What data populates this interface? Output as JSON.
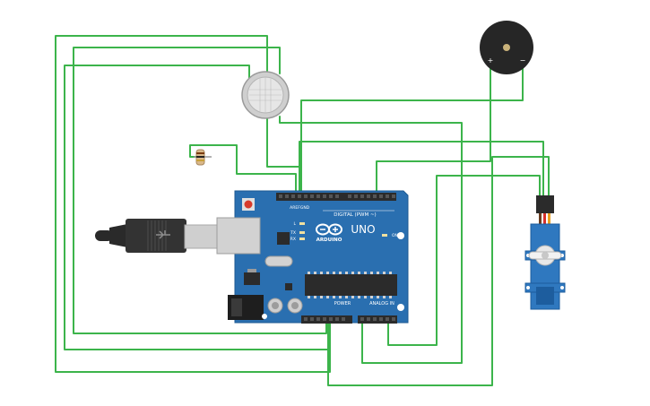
{
  "colors": {
    "wire": "#3cb44b",
    "board": "#2a6fb0",
    "board_dark": "#1f5a92",
    "header": "#2b2b2b",
    "buzzer": "#262626",
    "servo": "#2f78bf",
    "servo_dark": "#1d5d9e",
    "sensor": "#d9d9d9",
    "resistor": "#d9b88a",
    "usb_plug": "#2a2a2a",
    "usb_metal": "#cfcfcf"
  },
  "board": {
    "name": "Arduino UNO",
    "logo_text": "ARDUINO",
    "uno_text": "UNO",
    "digital_label": "DIGITAL (PWM ~)",
    "power_label": "POWER",
    "analog_label": "ANALOG IN",
    "aref_label": "AREF",
    "gnd_label": "GND",
    "on_label": "ON",
    "led_l": "L",
    "led_tx": "TX",
    "led_rx": "RX"
  },
  "buzzer": {
    "plus": "+",
    "minus": "−"
  },
  "components": [
    {
      "id": "gas-sensor",
      "icon": "gas-sensor-icon"
    },
    {
      "id": "resistor",
      "icon": "resistor-icon"
    },
    {
      "id": "piezo-buzzer",
      "icon": "buzzer-icon"
    },
    {
      "id": "servo-motor",
      "icon": "servo-icon"
    },
    {
      "id": "usb-cable",
      "icon": "usb-plug-icon"
    }
  ]
}
